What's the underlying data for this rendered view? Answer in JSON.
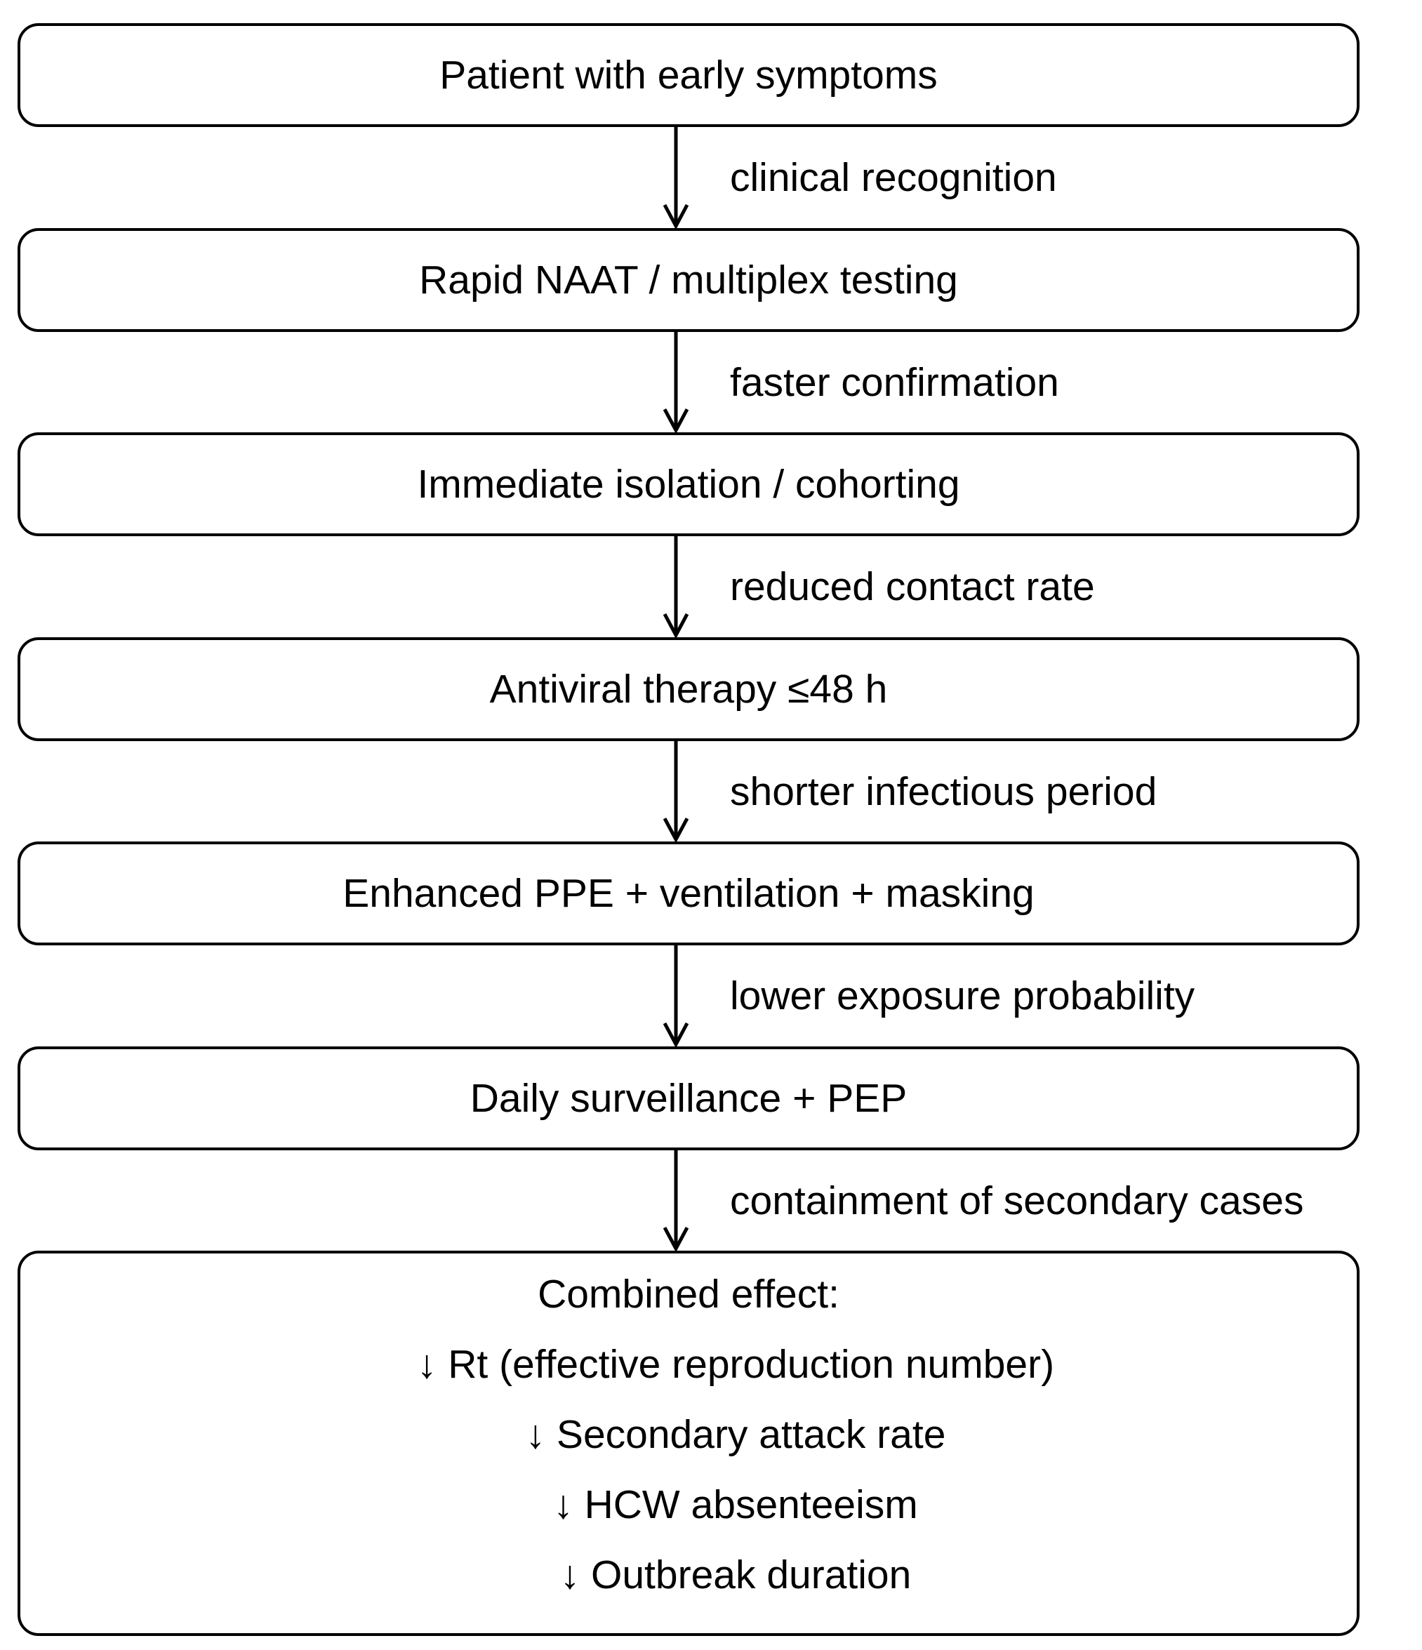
{
  "diagram": {
    "colors": {
      "ink": "#000000",
      "background": "#ffffff"
    },
    "flow": [
      {
        "box": "Patient with early symptoms",
        "arrow_label": "clinical recognition"
      },
      {
        "box": "Rapid NAAT / multiplex testing",
        "arrow_label": "faster confirmation"
      },
      {
        "box": "Immediate isolation / cohorting",
        "arrow_label": "reduced contact rate"
      },
      {
        "box": "Antiviral therapy ≤48 h",
        "arrow_label": "shorter infectious period"
      },
      {
        "box": "Enhanced PPE + ventilation + masking",
        "arrow_label": "lower exposure probability"
      },
      {
        "box": "Daily surveillance + PEP",
        "arrow_label": "containment of secondary cases"
      }
    ],
    "final_box": {
      "title": "Combined effect:",
      "items": [
        "↓ Rt (effective reproduction number)",
        "↓ Secondary attack rate",
        "↓ HCW absenteeism",
        "↓ Outbreak duration"
      ]
    }
  }
}
